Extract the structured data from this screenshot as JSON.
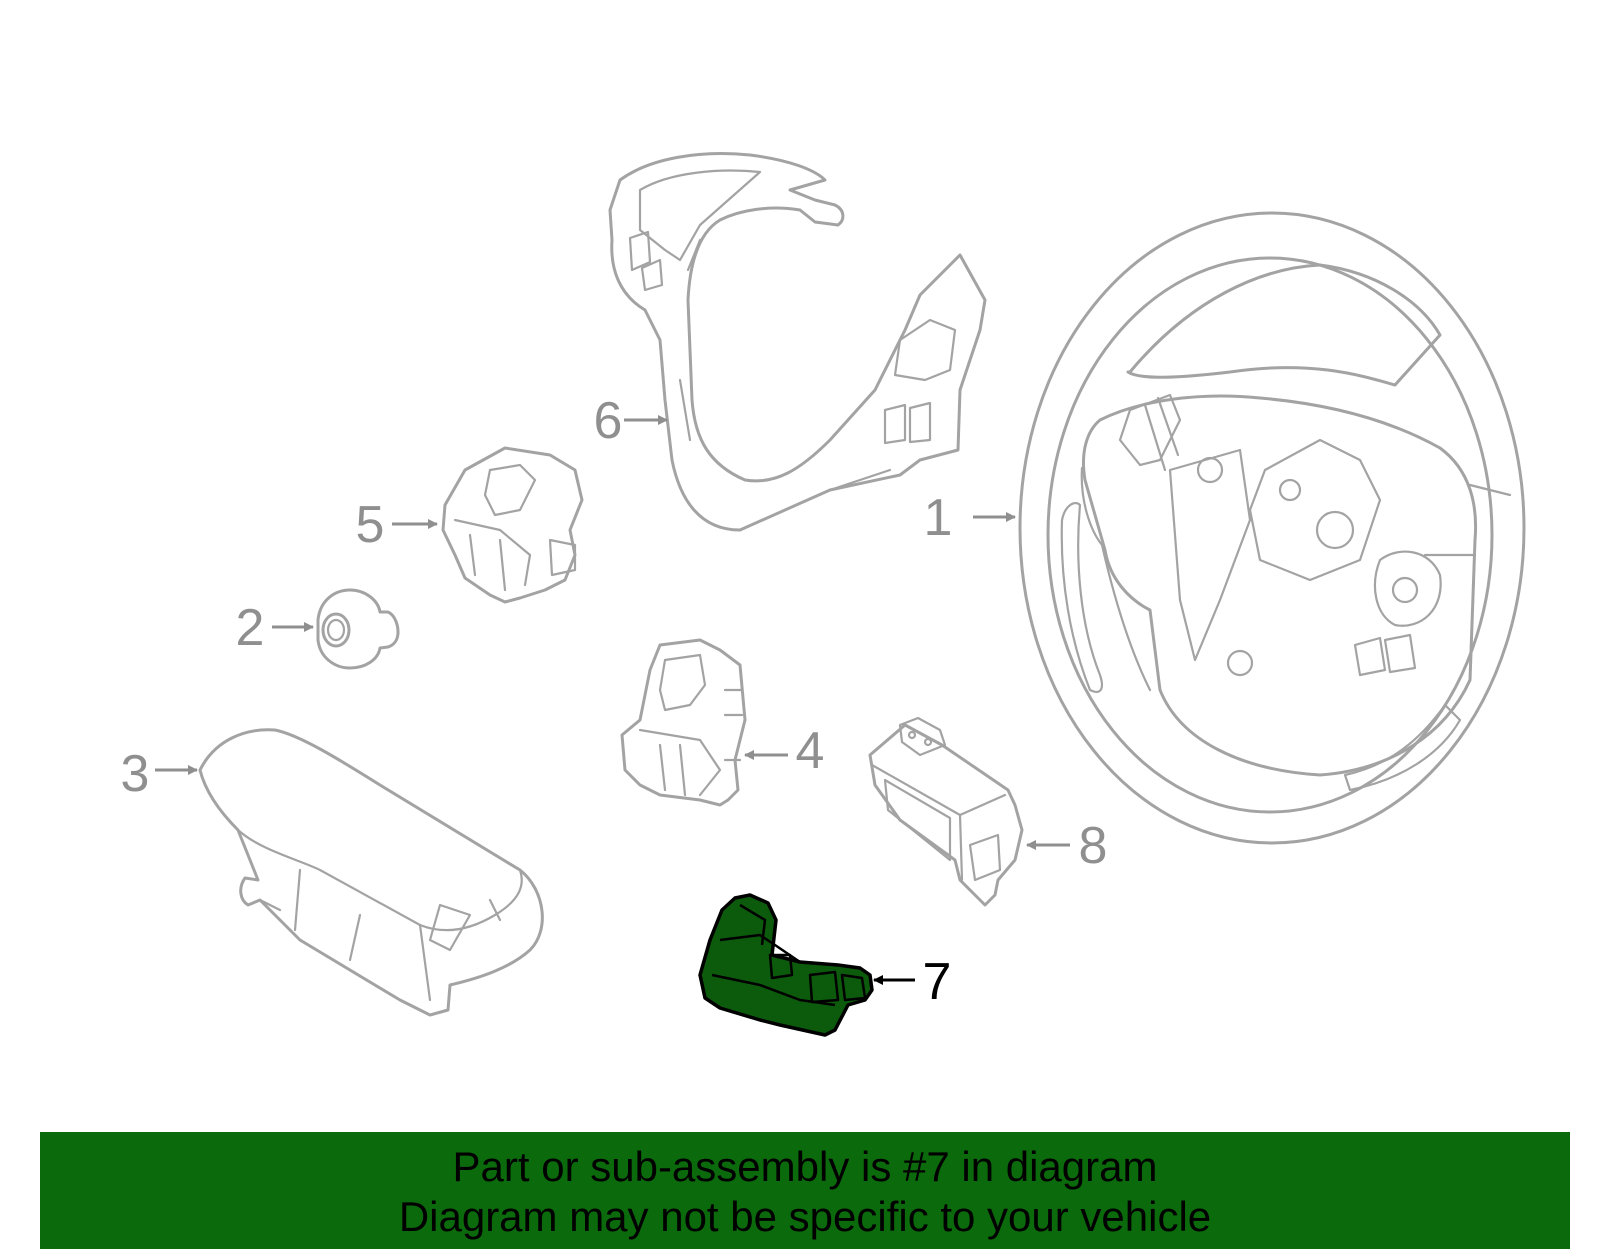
{
  "callouts": [
    {
      "id": "1",
      "label": "1"
    },
    {
      "id": "2",
      "label": "2"
    },
    {
      "id": "3",
      "label": "3"
    },
    {
      "id": "4",
      "label": "4"
    },
    {
      "id": "5",
      "label": "5"
    },
    {
      "id": "6",
      "label": "6"
    },
    {
      "id": "7",
      "label": "7",
      "highlighted": true
    },
    {
      "id": "8",
      "label": "8"
    }
  ],
  "banner": {
    "line1": "Part or sub-assembly is #7 in diagram",
    "line2": "Diagram may not be specific to your vehicle"
  },
  "colors": {
    "banner_bg": "#0b6a0b",
    "highlight_part": "#0c5a0c",
    "part_outline": "#a3a3a3",
    "callout_text": "#8f8f8f"
  }
}
